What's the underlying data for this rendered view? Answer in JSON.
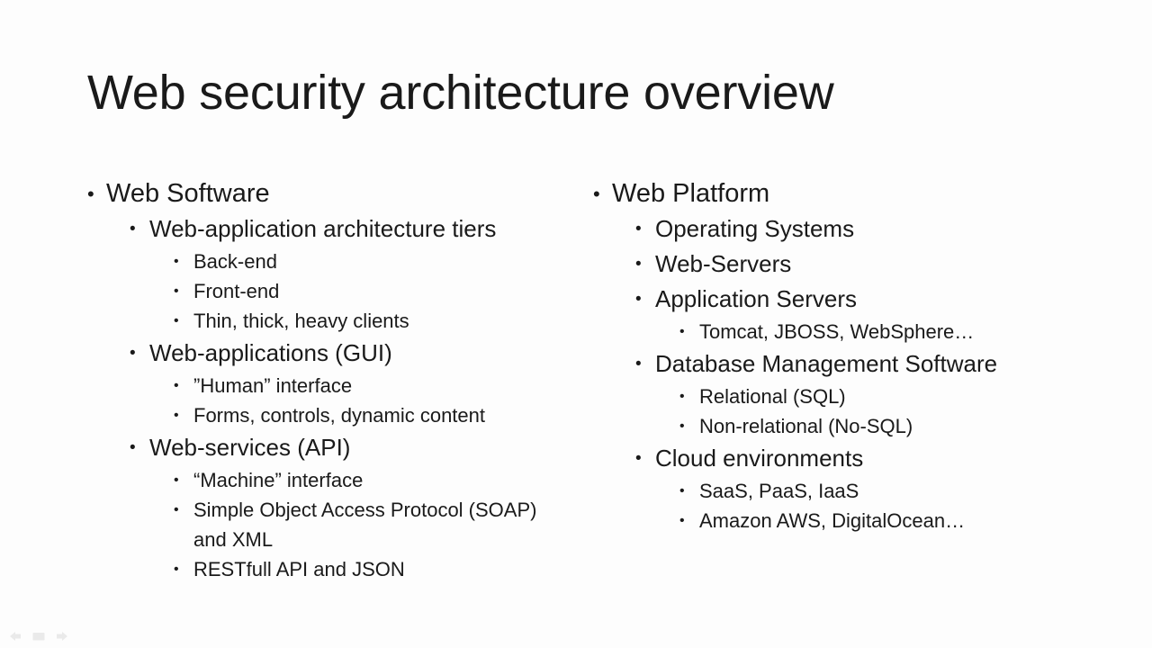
{
  "slide": {
    "title": "Web security architecture overview",
    "background_color": "#fdfdfd",
    "text_color": "#1a1a1a",
    "bullet_glyph": "•",
    "columns": [
      {
        "name": "left",
        "items": [
          {
            "level": 1,
            "text": "Web Software"
          },
          {
            "level": 2,
            "text": "Web-application architecture tiers"
          },
          {
            "level": 3,
            "text": "Back-end"
          },
          {
            "level": 3,
            "text": "Front-end"
          },
          {
            "level": 3,
            "text": "Thin, thick, heavy clients"
          },
          {
            "level": 2,
            "text": "Web-applications (GUI)"
          },
          {
            "level": 3,
            "text": "”Human” interface"
          },
          {
            "level": 3,
            "text": "Forms, controls, dynamic content"
          },
          {
            "level": 2,
            "text": "Web-services (API)"
          },
          {
            "level": 3,
            "text": "“Machine” interface"
          },
          {
            "level": 3,
            "text": "Simple Object Access Protocol (SOAP) and XML"
          },
          {
            "level": 3,
            "text": "RESTfull API and JSON"
          }
        ]
      },
      {
        "name": "right",
        "items": [
          {
            "level": 1,
            "text": "Web Platform"
          },
          {
            "level": 2,
            "text": "Operating Systems"
          },
          {
            "level": 2,
            "text": "Web-Servers"
          },
          {
            "level": 2,
            "text": "Application Servers"
          },
          {
            "level": 3,
            "text": "Tomcat, JBOSS, WebSphere…"
          },
          {
            "level": 2,
            "text": "Database Management Software"
          },
          {
            "level": 3,
            "text": "Relational (SQL)"
          },
          {
            "level": 3,
            "text": "Non-relational (No-SQL)"
          },
          {
            "level": 2,
            "text": "Cloud environments"
          },
          {
            "level": 3,
            "text": "SaaS, PaaS, IaaS"
          },
          {
            "level": 3,
            "text": "Amazon AWS, DigitalOcean…"
          }
        ]
      }
    ]
  },
  "presenter_controls": [
    {
      "icon": "previous-slide-arrow-icon",
      "label": "Previous slide"
    },
    {
      "icon": "slide-thumbnail-icon",
      "label": "Slide view"
    },
    {
      "icon": "next-slide-arrow-icon",
      "label": "Next slide"
    }
  ]
}
